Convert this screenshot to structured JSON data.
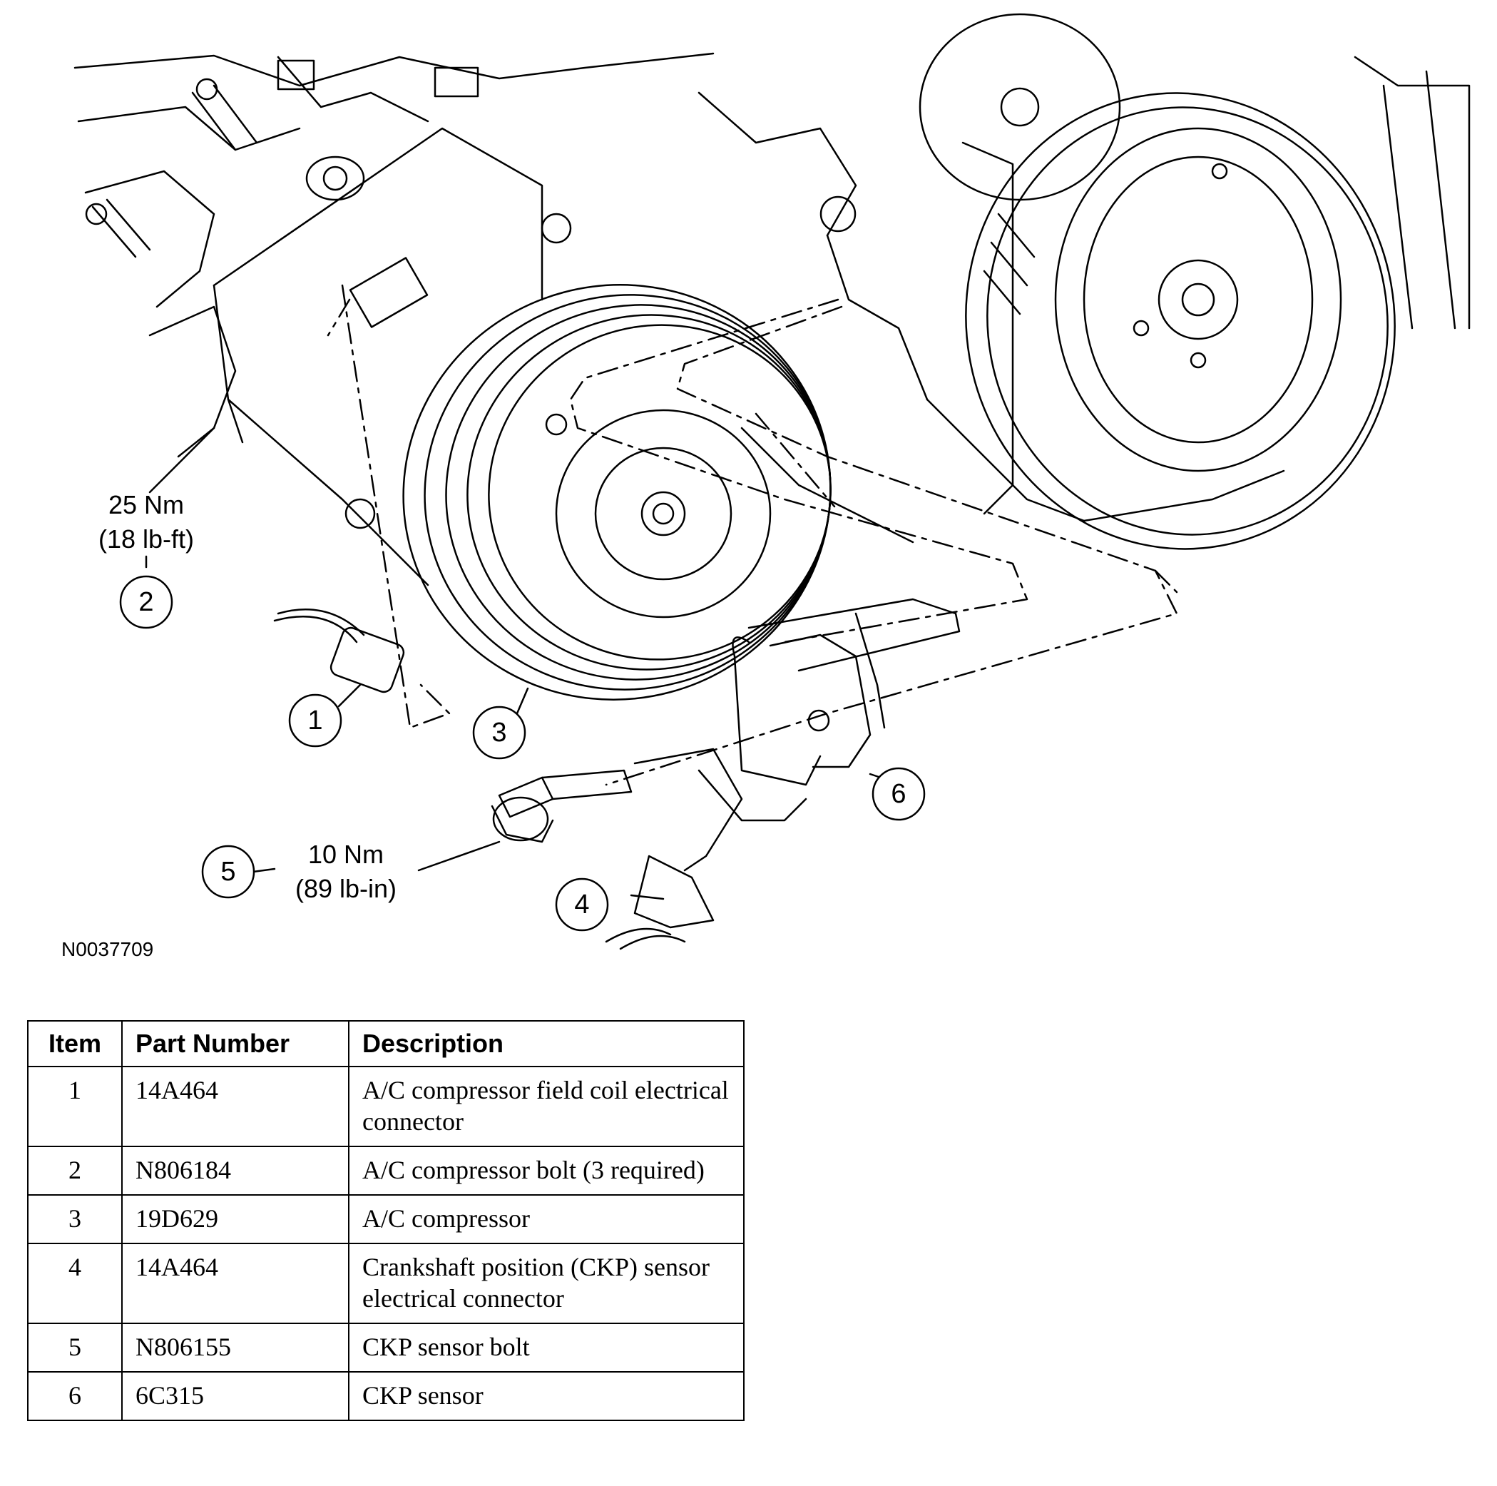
{
  "figure_id": "N0037709",
  "callouts": [
    {
      "number": "1"
    },
    {
      "number": "2",
      "torque_nm": "25 Nm",
      "torque_imperial": "(18 lb-ft)"
    },
    {
      "number": "3"
    },
    {
      "number": "4"
    },
    {
      "number": "5",
      "torque_nm": "10 Nm",
      "torque_imperial": "(89 lb-in)"
    },
    {
      "number": "6"
    }
  ],
  "table": {
    "headers": [
      "Item",
      "Part Number",
      "Description"
    ],
    "rows": [
      {
        "item": "1",
        "part_number": "14A464",
        "description": "A/C compressor field coil electrical connector"
      },
      {
        "item": "2",
        "part_number": "N806184",
        "description": "A/C compressor bolt (3 required)"
      },
      {
        "item": "3",
        "part_number": "19D629",
        "description": "A/C compressor"
      },
      {
        "item": "4",
        "part_number": "14A464",
        "description": "Crankshaft position (CKP) sensor electrical connector"
      },
      {
        "item": "5",
        "part_number": "N806155",
        "description": "CKP sensor bolt"
      },
      {
        "item": "6",
        "part_number": "6C315",
        "description": "CKP sensor"
      }
    ]
  }
}
